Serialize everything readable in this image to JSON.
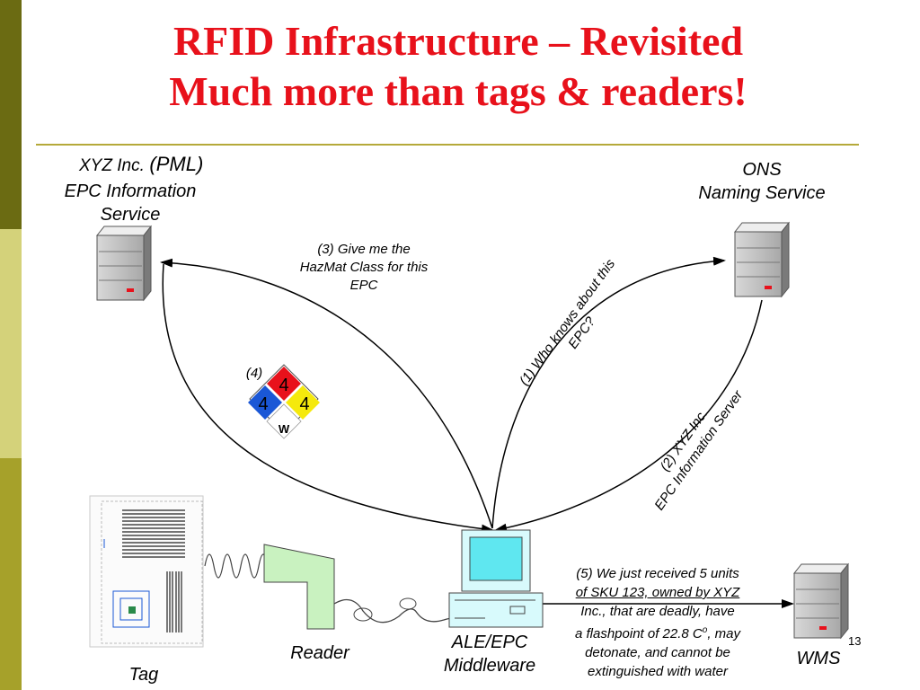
{
  "title": {
    "line1": "RFID Infrastructure – Revisited",
    "line2": "Much more than tags & readers!"
  },
  "labels": {
    "epc_is_company": "XYZ Inc.",
    "pml": "(PML)",
    "epc_is_line1": "EPC Information",
    "epc_is_line2": "Service",
    "ons_line1": "ONS",
    "ons_line2": "Naming Service",
    "tag": "Tag",
    "reader": "Reader",
    "middleware_line1": "ALE/EPC",
    "middleware_line2": "Middleware",
    "wms": "WMS",
    "page_number": "13"
  },
  "steps": {
    "step1": "(1) Who knows about this",
    "step1b": "EPC?",
    "step2": "(2) XYZ Inc.",
    "step2b": "EPC Information Server",
    "step3_line1": "(3) Give me the",
    "step3_line2": "HazMat Class for this",
    "step3_line3": "EPC",
    "step4": "(4)",
    "step5_line1": "(5) We just received 5 units",
    "step5_line2": "of SKU 123, owned by XYZ",
    "step5_line3": "Inc., that are deadly, have",
    "step5_line4": "a flashpoint of 22.8 C",
    "step5_sup": "o",
    "step5_line4b": ", may",
    "step5_line5": "detonate, and cannot be",
    "step5_line6": "extinguished with water"
  },
  "hazmat": {
    "top": "4",
    "left": "4",
    "right": "4",
    "bottom": "W",
    "colors": {
      "top": "#e8111b",
      "left": "#1a57d6",
      "right": "#f5e90c",
      "bottom": "#ffffff"
    }
  },
  "colors": {
    "title": "#e8111b",
    "rule": "#b5a93a",
    "sidebar_dark": "#6b6b12",
    "sidebar_light": "#d4d27a",
    "sidebar_mid": "#a6a12a",
    "reader": "#c9f2c0"
  }
}
